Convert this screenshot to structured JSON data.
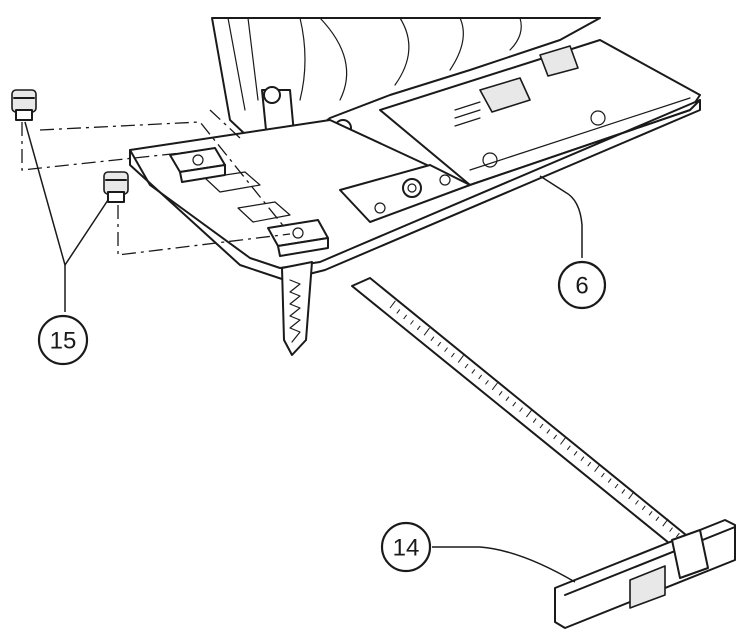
{
  "callouts": {
    "guide_base": "6",
    "parallel_guide": "14",
    "screws": "15"
  }
}
